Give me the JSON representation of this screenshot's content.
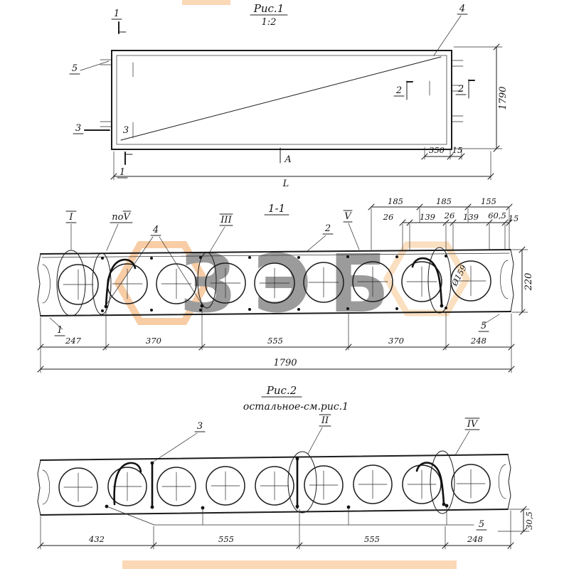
{
  "watermark": {
    "text": "ЗЭБ",
    "color": "#f08a2a"
  },
  "fig1": {
    "title": "Рис.1",
    "scale": "1:2",
    "callout_4": "4",
    "cut_1_top": "1",
    "cut_1_bottom": "1",
    "callout_5": "5",
    "cut_3_left": "3",
    "callout_3_inner": "3",
    "cut_2_inner": "2",
    "cut_2_right": "2",
    "view_a": "А",
    "dim_height": "1790",
    "dim_350": "350",
    "dim_15": "15",
    "dim_length": "L"
  },
  "section_1_1": {
    "title": "1-1",
    "dims_row1": [
      "185",
      "185",
      "155"
    ],
    "dims_row2": [
      "26",
      "139",
      "26",
      "139",
      "60,5",
      "15"
    ],
    "detail_I": "I",
    "po_V": "поV",
    "callout_4": "4",
    "detail_III": "III",
    "callout_2": "2",
    "detail_V": "V",
    "diameter": "Ø159",
    "dim_height": "220",
    "callout_1": "1",
    "callout_5": "5",
    "dims_bottom": [
      "247",
      "370",
      "555",
      "370",
      "248"
    ],
    "dim_total": "1790"
  },
  "fig2": {
    "title": "Рис.2",
    "subtitle": "остальное-см.рис.1",
    "callout_3": "3",
    "detail_II": "II",
    "detail_IV": "IV",
    "callout_5": "5",
    "dim_right": "30,5",
    "dims_bottom": [
      "432",
      "555",
      "555",
      "248"
    ]
  }
}
